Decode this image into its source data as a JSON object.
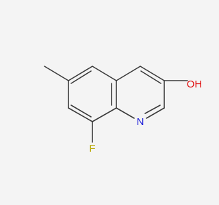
{
  "molecule": {
    "atoms": {
      "fluorine": {
        "symbol": "F",
        "color": "#b8a800"
      },
      "nitrogen": {
        "symbol": "N",
        "color": "#2020d8"
      },
      "hydroxyl": {
        "symbol": "OH",
        "color": "#e01010"
      }
    },
    "bond_color": "#3a3a3a",
    "background": "#f4f4f4"
  }
}
